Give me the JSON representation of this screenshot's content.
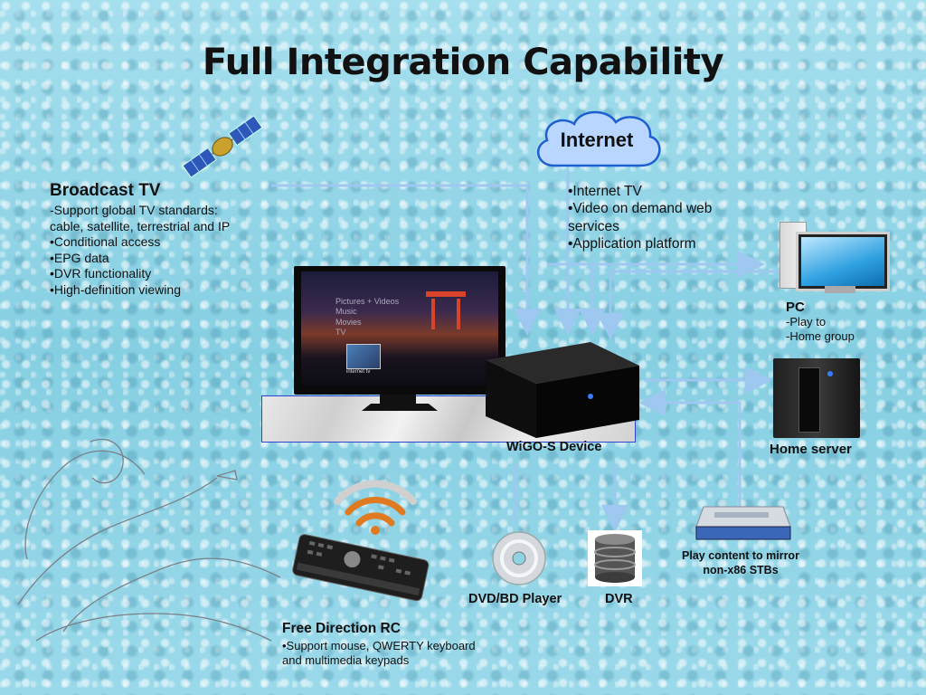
{
  "slide": {
    "title": "Full Integration Capability"
  },
  "internet": {
    "label": "Internet",
    "bullets": [
      "•Internet TV",
      "•Video on demand web",
      "services",
      "•Application platform"
    ]
  },
  "broadcast": {
    "heading": "Broadcast TV",
    "lines": [
      "-Support global TV standards:",
      "cable, satellite, terrestrial and IP",
      "•Conditional access",
      "•EPG data",
      "•DVR functionality",
      "•High-definition viewing"
    ]
  },
  "tv_screen": {
    "menu": [
      "Pictures + Videos",
      "Music",
      "Movies",
      "TV"
    ],
    "tile_caption": "internet tv"
  },
  "device": {
    "label": "WiGO-S Device"
  },
  "pc": {
    "heading": "PC",
    "lines": [
      "-Play to",
      "-Home group"
    ]
  },
  "home_server": {
    "label": "Home server"
  },
  "stb": {
    "lines": [
      "Play content to mirror",
      "non-x86 STBs"
    ]
  },
  "dvd": {
    "label": "DVD/BD Player"
  },
  "dvr": {
    "label": "DVR"
  },
  "remote": {
    "heading": "Free Direction RC",
    "lines": [
      "•Support mouse, QWERTY keyboard",
      "and multimedia keypads"
    ]
  },
  "colors": {
    "connector": "#9ec8f0",
    "shelf_border": "#3344cc",
    "wifi": "#e07a20"
  }
}
